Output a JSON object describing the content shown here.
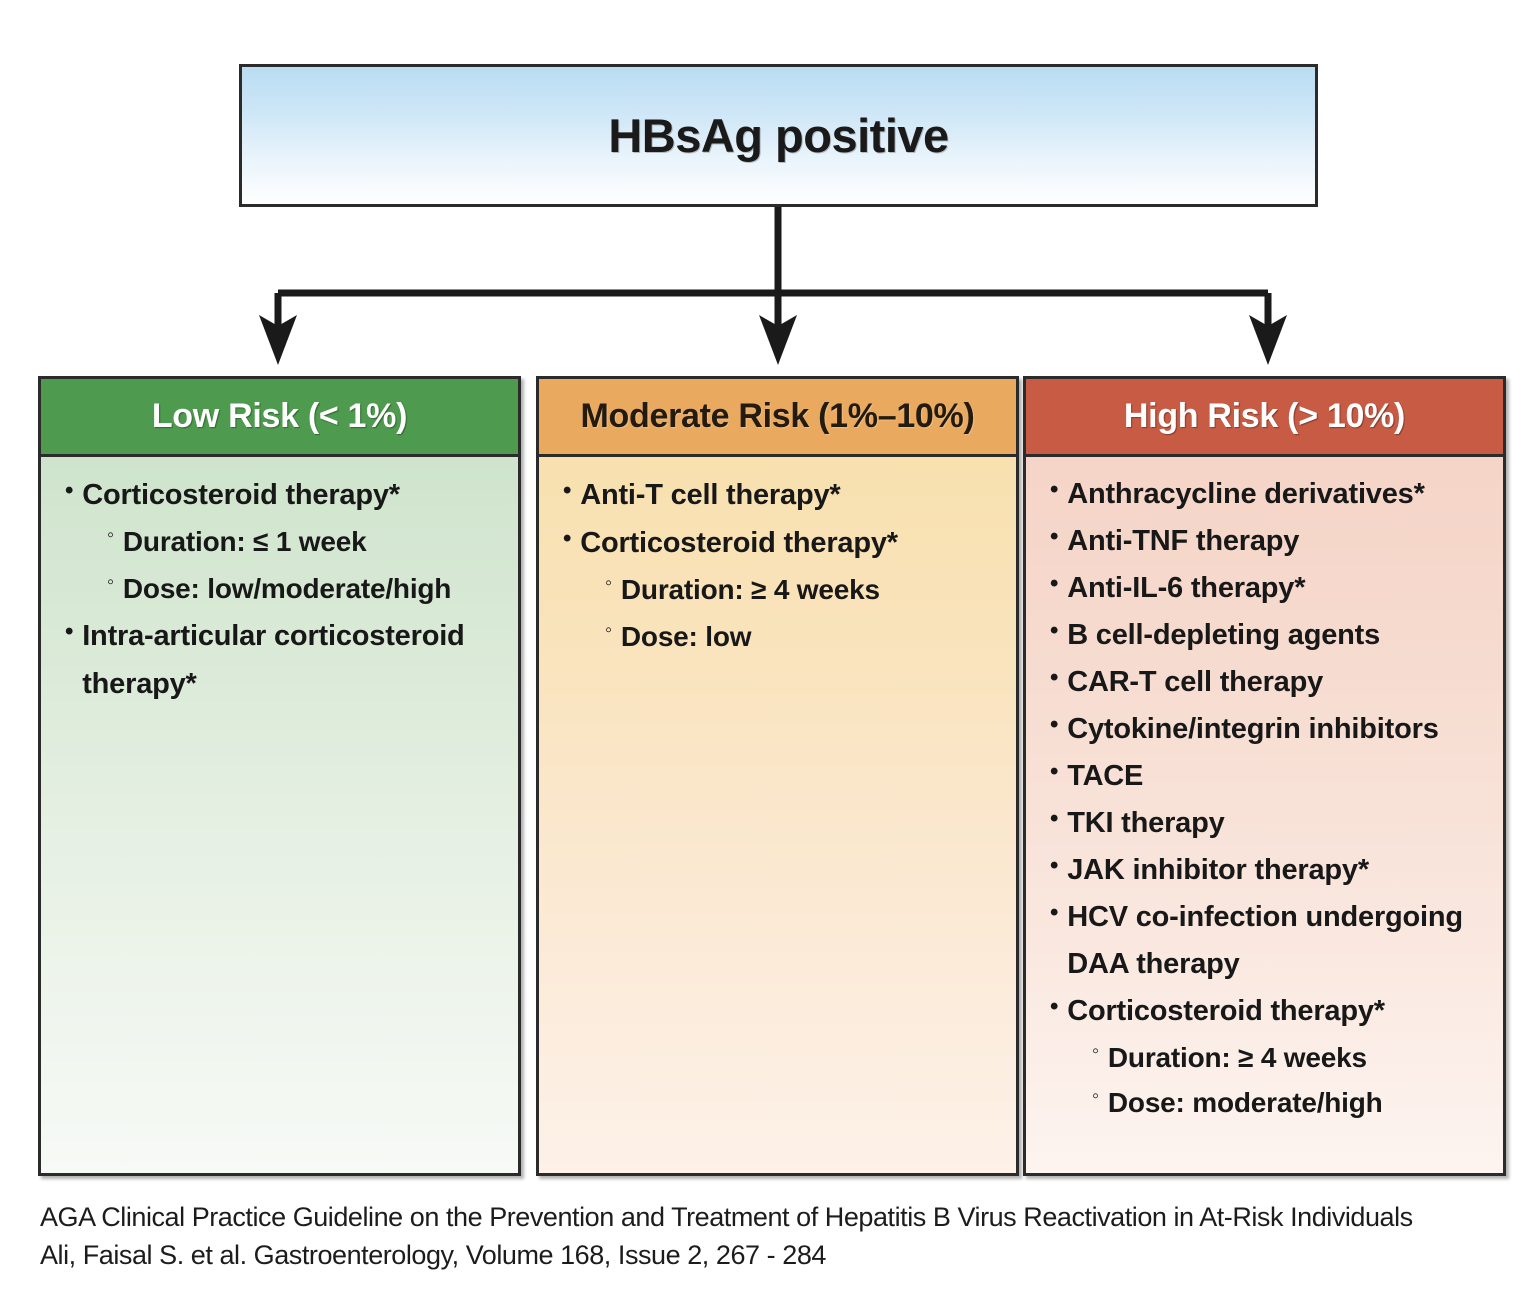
{
  "root": {
    "label": "HBsAg positive"
  },
  "colors": {
    "low_header": "#4e9a4e",
    "moderate_header": "#e9a95e",
    "high_header": "#c85b44",
    "root_gradient_top": "#b9dcf2",
    "low_body": "#cbe2c9",
    "moderate_body": "#f8dfa9",
    "high_body": "#f4d2c4",
    "border": "#2b2b2b"
  },
  "bullets": {
    "level1_glyph": "•",
    "level2_glyph": "◦"
  },
  "columns": [
    {
      "id": "low-risk",
      "header": "Low Risk (< 1%)",
      "items": [
        {
          "level": 1,
          "text": "Corticosteroid therapy*"
        },
        {
          "level": 2,
          "text": "Duration: ≤ 1 week"
        },
        {
          "level": 2,
          "text": "Dose: low/moderate/high"
        },
        {
          "level": 1,
          "text": "Intra-articular corticosteroid therapy*"
        }
      ]
    },
    {
      "id": "moderate-risk",
      "header": "Moderate Risk (1%–10%)",
      "items": [
        {
          "level": 1,
          "text": "Anti-T cell therapy*"
        },
        {
          "level": 1,
          "text": "Corticosteroid therapy*"
        },
        {
          "level": 2,
          "text": "Duration: ≥ 4 weeks"
        },
        {
          "level": 2,
          "text": "Dose: low"
        }
      ]
    },
    {
      "id": "high-risk",
      "header": "High Risk (> 10%)",
      "items": [
        {
          "level": 1,
          "text": "Anthracycline derivatives*"
        },
        {
          "level": 1,
          "text": "Anti-TNF therapy"
        },
        {
          "level": 1,
          "text": "Anti-IL-6 therapy*"
        },
        {
          "level": 1,
          "text": "B cell-depleting agents"
        },
        {
          "level": 1,
          "text": "CAR-T cell therapy"
        },
        {
          "level": 1,
          "text": "Cytokine/integrin inhibitors"
        },
        {
          "level": 1,
          "text": "TACE"
        },
        {
          "level": 1,
          "text": "TKI therapy"
        },
        {
          "level": 1,
          "text": "JAK inhibitor therapy*"
        },
        {
          "level": 1,
          "text": "HCV co-infection undergoing DAA therapy"
        },
        {
          "level": 1,
          "text": "Corticosteroid therapy*"
        },
        {
          "level": 2,
          "text": "Duration: ≥ 4 weeks"
        },
        {
          "level": 2,
          "text": "Dose: moderate/high"
        }
      ]
    }
  ],
  "citation": {
    "line1": "AGA Clinical Practice Guideline on the Prevention and Treatment of Hepatitis B Virus Reactivation in At-Risk Individuals",
    "line2": "Ali, Faisal S. et al. Gastroenterology, Volume 168, Issue 2, 267 - 284"
  }
}
